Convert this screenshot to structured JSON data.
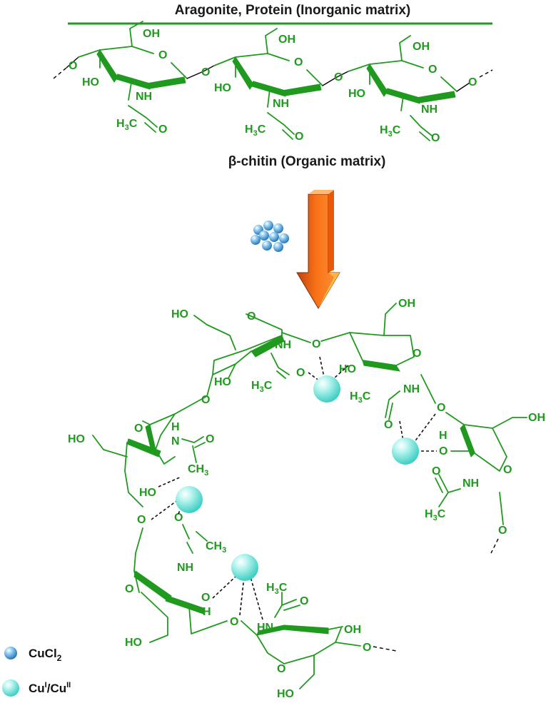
{
  "header": {
    "title": "Aragonite, Protein (Inorganic matrix)",
    "rule_color": "#1f9a1f"
  },
  "chitin_label": {
    "text": "β-chitin (Organic matrix)"
  },
  "groups": {
    "oh": "OH",
    "ho": "HO",
    "nh": "NH",
    "hn": "HN",
    "o": "O",
    "h": "H",
    "n": "N",
    "h3c_main": "H",
    "h3c_sub": "3",
    "h3c_tail": "C",
    "ch3_main": "CH",
    "ch3_sub": "3"
  },
  "arrow": {
    "colors": [
      "#e94e1b",
      "#f7931e",
      "#ffd23f"
    ]
  },
  "legend": {
    "items": [
      {
        "label_main": "CuCl",
        "label_sub": "2",
        "sphere_color": "#4aa3df"
      },
      {
        "label_main": "Cu",
        "sup1": "I",
        "sep": "/Cu",
        "sup2": "II",
        "sphere_color": "#7de8e0"
      }
    ]
  },
  "colors": {
    "structure": "#1f9a1f",
    "ion": "#7de8e0",
    "cucl2": "#4aa3df"
  }
}
